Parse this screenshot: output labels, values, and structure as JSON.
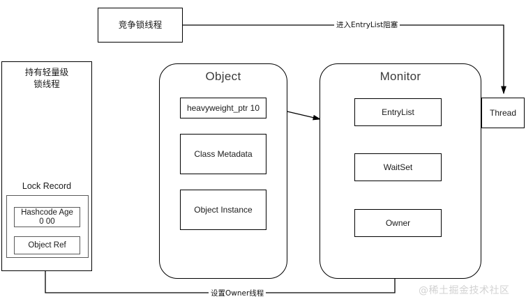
{
  "diagram": {
    "title_watermark": "@稀土掘金技术社区",
    "boxes": {
      "contend_thread": "竞争锁线程",
      "lightweight_thread": "持有轻量级\n锁线程",
      "lightweight_thread_line1": "持有轻量级",
      "lightweight_thread_line2": "锁线程",
      "lock_record_title": "Lock Record",
      "hashcode_age": "Hashcode Age",
      "hashcode_age_value": "0 00",
      "object_ref": "Object Ref",
      "object_panel_title": "Object",
      "heavyweight_ptr": "heavyweight_ptr  10",
      "class_metadata": "Class Metadata",
      "object_instance": "Object Instance",
      "monitor_panel_title": "Monitor",
      "entry_list": "EntryList",
      "wait_set": "WaitSet",
      "owner": "Owner",
      "thread": "Thread"
    },
    "edge_labels": {
      "enter_entrylist": "进入EntryList阻塞",
      "set_owner": "设置Owner线程"
    },
    "colors": {
      "stroke": "#000000",
      "text": "#1a1a1a",
      "panel_title": "#3a3a3a",
      "watermark": "#d2d2d2",
      "background": "#ffffff"
    }
  }
}
